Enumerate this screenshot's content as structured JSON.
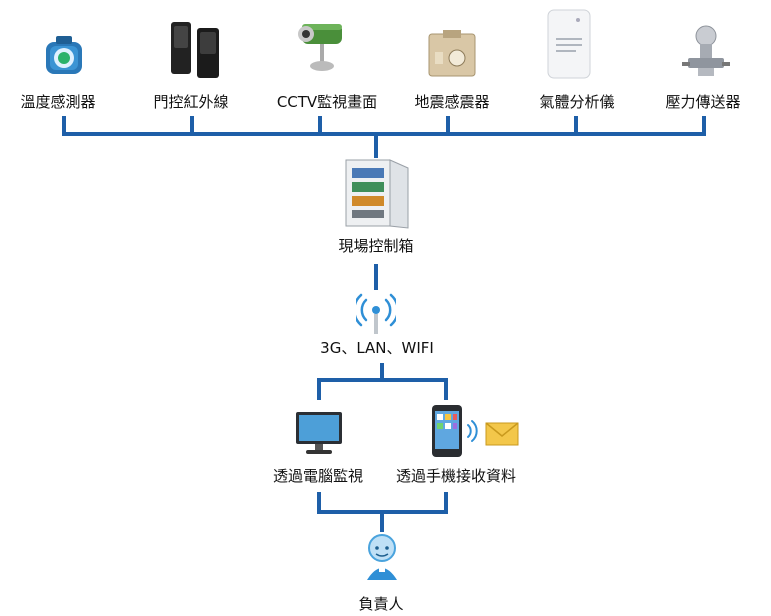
{
  "sensors": [
    {
      "label": "溫度感測器",
      "icon": "temperature-sensor-icon"
    },
    {
      "label": "門控紅外線",
      "icon": "infrared-beam-sensor-icon"
    },
    {
      "label": "CCTV監視畫面",
      "icon": "cctv-camera-icon"
    },
    {
      "label": "地震感震器",
      "icon": "seismic-sensor-icon"
    },
    {
      "label": "氣體分析儀",
      "icon": "gas-analyzer-icon"
    },
    {
      "label": "壓力傳送器",
      "icon": "pressure-transmitter-icon"
    }
  ],
  "control_box": {
    "label": "現場控制箱",
    "icon": "control-cabinet-icon"
  },
  "network": {
    "label": "3G、LAN、WIFI",
    "icon": "wireless-antenna-icon"
  },
  "endpoints": [
    {
      "label": "透過電腦監視",
      "icon": "computer-monitor-icon"
    },
    {
      "label": "透過手機接收資料",
      "icon": "smartphone-message-icon"
    }
  ],
  "person": {
    "label": "負責人",
    "icon": "person-avatar-icon"
  },
  "colors": {
    "wire": "#1e5fa8",
    "accent": "#2f8fd6"
  }
}
